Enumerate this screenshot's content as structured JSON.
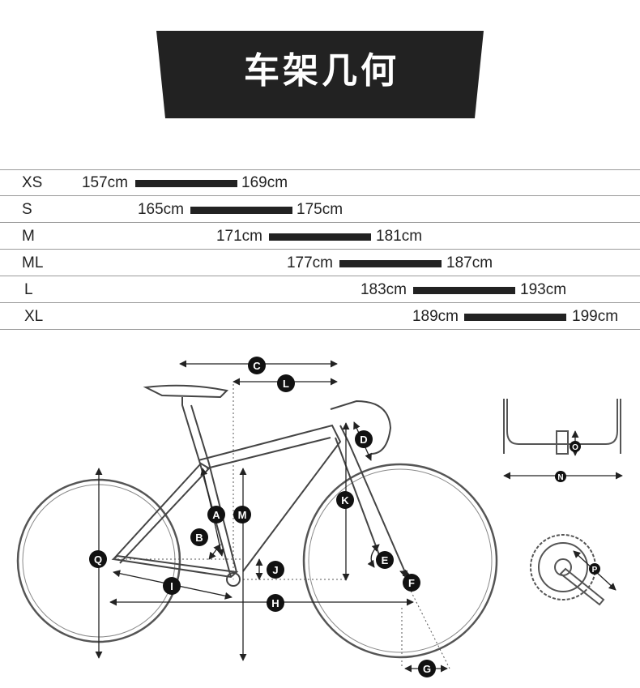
{
  "header": {
    "title": "车架几何"
  },
  "size_table": {
    "rows": [
      {
        "size": "XS",
        "min": "157cm",
        "max": "169cm"
      },
      {
        "size": "S",
        "min": "165cm",
        "max": "175cm"
      },
      {
        "size": "M",
        "min": "171cm",
        "max": "181cm"
      },
      {
        "size": "ML",
        "min": "177cm",
        "max": "187cm"
      },
      {
        "size": "L",
        "min": "183cm",
        "max": "193cm"
      },
      {
        "size": "XL",
        "min": "189cm",
        "max": "199cm"
      }
    ]
  },
  "geometry_labels": {
    "A": "A",
    "B": "B",
    "C": "C",
    "D": "D",
    "E": "E",
    "F": "F",
    "G": "G",
    "H": "H",
    "I": "I",
    "J": "J",
    "K": "K",
    "L": "L",
    "M": "M",
    "N": "N",
    "O": "O",
    "P": "P",
    "Q": "Q"
  }
}
